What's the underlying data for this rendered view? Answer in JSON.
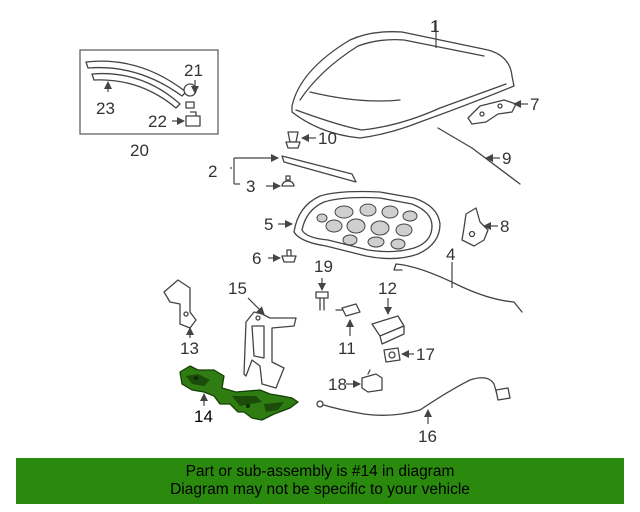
{
  "diagram": {
    "callouts": {
      "c1": "1",
      "c2": "2",
      "c3": "3",
      "c4": "4",
      "c5": "5",
      "c6": "6",
      "c7": "7",
      "c8": "8",
      "c9": "9",
      "c10": "10",
      "c11": "11",
      "c12": "12",
      "c13": "13",
      "c14": "14",
      "c15": "15",
      "c16": "16",
      "c17": "17",
      "c18": "18",
      "c19": "19",
      "c20": "20",
      "c21": "21",
      "c22": "22",
      "c23": "23"
    },
    "highlighted_part": "14",
    "highlight_color": "#2f7d12"
  },
  "banner": {
    "line1": "Part or sub-assembly is #14 in diagram",
    "line2": "Diagram may not be specific to your vehicle",
    "background": "#2a8a0e"
  }
}
